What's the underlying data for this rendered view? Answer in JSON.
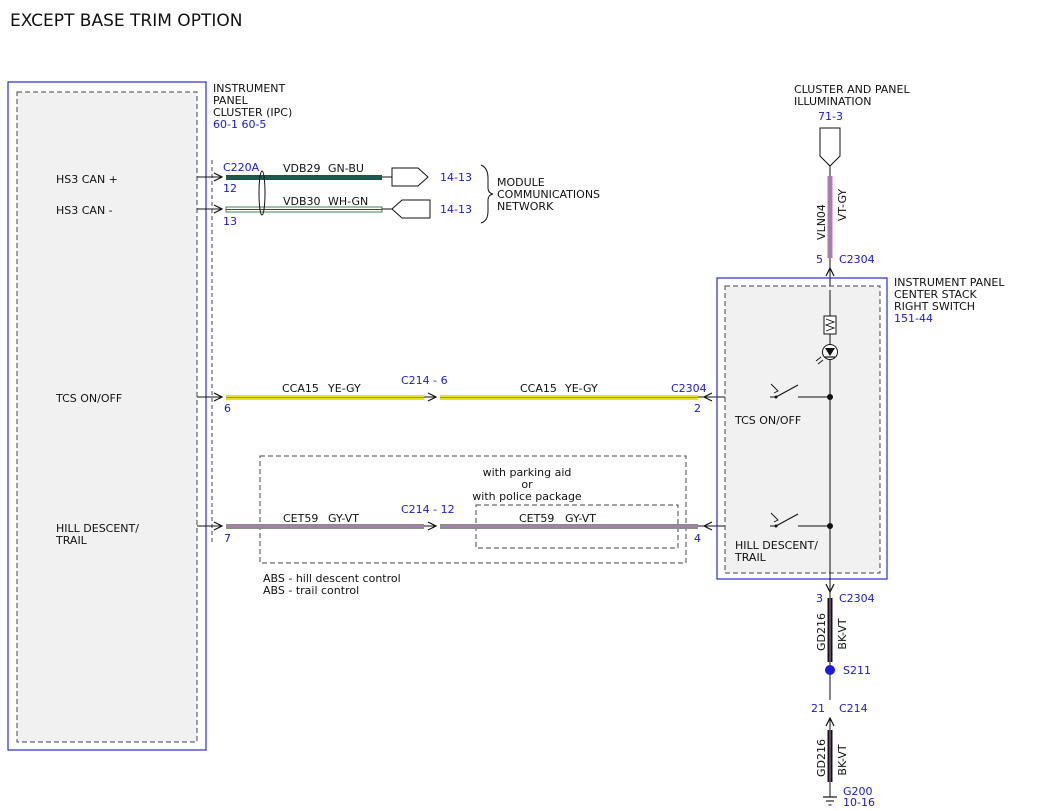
{
  "title": "EXCEPT BASE TRIM OPTION",
  "colors": {
    "outline_blue": "#2a2ad6",
    "label_blue": "#1a1acc",
    "module_fill": "#f1f1f1",
    "wire_green": "#1a5c2a",
    "wire_blue": "#2a4a9a",
    "wire_yellow": "#e8e020",
    "wire_gray": "#8c8c8c",
    "wire_violet": "#b07ab8",
    "wire_black": "#111111",
    "wire_white": "#ffffff",
    "splice_blue": "#1a1ae6"
  },
  "ipc": {
    "name_lines": [
      "INSTRUMENT",
      "PANEL",
      "CLUSTER (IPC)"
    ],
    "refs": "60-1  60-5",
    "pins": [
      {
        "label": "HS3 CAN +"
      },
      {
        "label": "HS3 CAN -"
      },
      {
        "label": "TCS ON/OFF"
      },
      {
        "label_lines": [
          "HILL DESCENT/",
          "TRAIL"
        ]
      }
    ]
  },
  "illumination": {
    "name_lines": [
      "CLUSTER AND PANEL",
      "ILLUMINATION"
    ],
    "ref": "71-3"
  },
  "switch": {
    "name_lines": [
      "INSTRUMENT PANEL",
      "CENTER STACK",
      "RIGHT SWITCH"
    ],
    "ref": "151-44",
    "tcs_label": "TCS ON/OFF",
    "hill_label_lines": [
      "HILL DESCENT/",
      "TRAIL"
    ]
  },
  "network": {
    "name_lines": [
      "MODULE",
      "COMMUNICATIONS",
      "NETWORK"
    ],
    "ref_plus": "14-13",
    "ref_minus": "14-13"
  },
  "connectors": {
    "c220a": "C220A",
    "c220a_pin_plus": "12",
    "c220a_pin_minus": "13",
    "ipc_pin_tcs": "6",
    "ipc_pin_hill": "7",
    "c214_tcs": "C214 - 6",
    "c214_hill": "C214 - 12",
    "c2304_tcs": "C2304",
    "c2304_tcs_pin": "2",
    "c2304_hill_pin": "4",
    "c2304_top_pin": "5",
    "c2304_top": "C2304",
    "c2304_bottom_pin": "3",
    "c2304_bottom": "C2304",
    "s211": "S211",
    "c214_bottom_pin": "21",
    "c214_bottom": "C214",
    "g200": "G200",
    "g200_ref": "10-16"
  },
  "wires": {
    "can_plus": {
      "circuit": "VDB29",
      "color": "GN-BU"
    },
    "can_minus": {
      "circuit": "VDB30",
      "color": "WH-GN"
    },
    "tcs_left": {
      "circuit": "CCA15",
      "color": "YE-GY"
    },
    "tcs_right": {
      "circuit": "CCA15",
      "color": "YE-GY"
    },
    "hill_left": {
      "circuit": "CET59",
      "color": "GY-VT"
    },
    "hill_right": {
      "circuit": "CET59",
      "color": "GY-VT"
    },
    "illum": {
      "circuit": "VLN04",
      "color": "VT-GY"
    },
    "gnd_upper": {
      "circuit": "GD216",
      "color": "BK-VT"
    },
    "gnd_lower": {
      "circuit": "GD216",
      "color": "BK-VT"
    }
  },
  "notes": {
    "parking_lines": [
      "with parking aid",
      "or",
      "with police package"
    ],
    "abs_lines": [
      "ABS - hill descent control",
      "ABS - trail control"
    ]
  }
}
